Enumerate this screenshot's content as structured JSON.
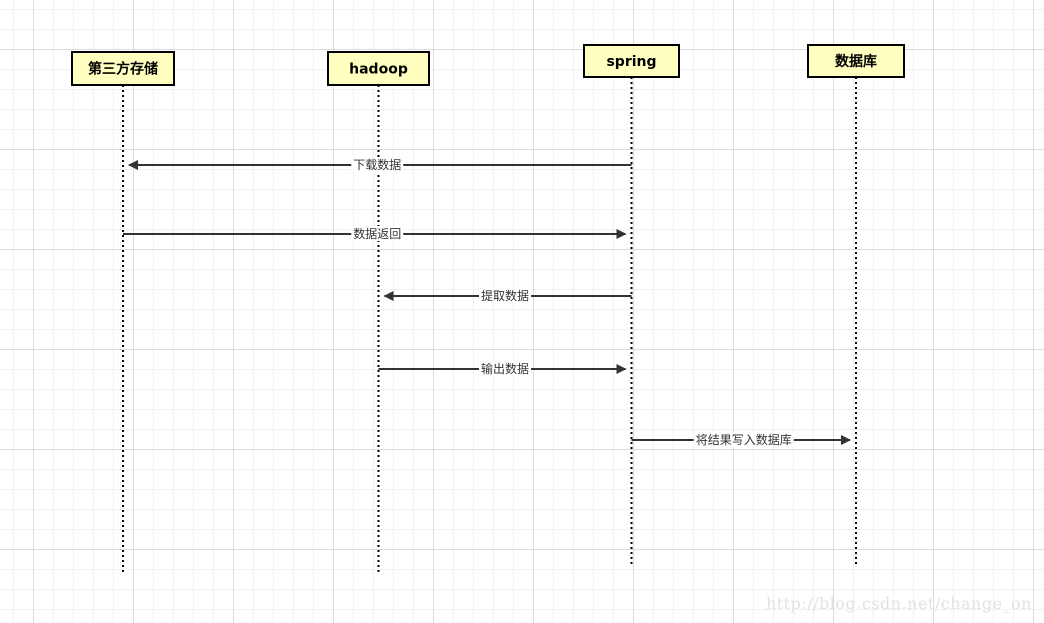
{
  "participants": [
    {
      "id": "third-party-storage",
      "label": "第三方存储"
    },
    {
      "id": "hadoop",
      "label": "hadoop"
    },
    {
      "id": "spring",
      "label": "spring"
    },
    {
      "id": "database",
      "label": "数据库"
    }
  ],
  "messages": [
    {
      "from": 2,
      "to": 0,
      "label": "下载数据"
    },
    {
      "from": 0,
      "to": 2,
      "label": "数据返回"
    },
    {
      "from": 2,
      "to": 1,
      "label": "提取数据"
    },
    {
      "from": 1,
      "to": 2,
      "label": "输出数据"
    },
    {
      "from": 2,
      "to": 3,
      "label": "将结果写入数据库"
    }
  ],
  "colors": {
    "actor_fill": "#ffffc0",
    "line": "#333333"
  },
  "watermark": "http://blog.csdn.net/change_on"
}
